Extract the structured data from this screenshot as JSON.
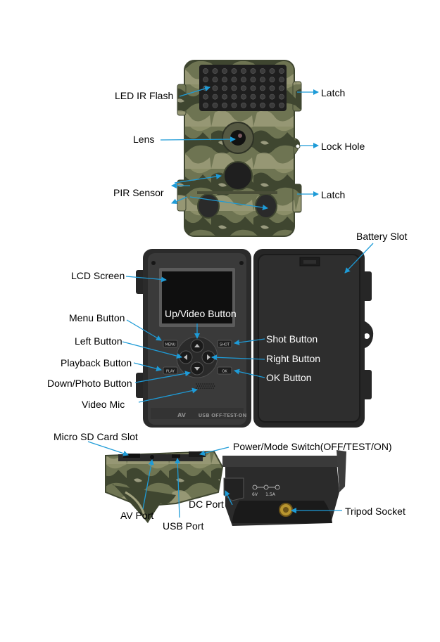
{
  "colors": {
    "arrow": "#1E9BD7",
    "camo_base": "#6E7452",
    "camo_dark": "#3F4630",
    "camo_light": "#A2A27E",
    "body_black": "#262626"
  },
  "camera_front": {
    "labels": {
      "led_ir_flash": "LED IR Flash",
      "lens": "Lens",
      "pir_sensor": "PIR Sensor",
      "latch_top": "Latch",
      "lock_hole": "Lock Hole",
      "latch_bottom": "Latch"
    }
  },
  "camera_open": {
    "labels": {
      "battery_slot": "Battery Slot",
      "lcd_screen": "LCD Screen",
      "menu_button": "Menu Button",
      "up_video_button": "Up/Video Button",
      "left_button": "Left Button",
      "playback_button": "Playback Button",
      "down_photo_button": "Down/Photo Button",
      "video_mic": "Video Mic",
      "shot_button": "Shot Button",
      "right_button": "Right Button",
      "ok_button": "OK Button"
    },
    "button_text": {
      "menu": "MENU",
      "play": "PLAY",
      "shot": "SHOT",
      "ok": "OK"
    },
    "bottom_strip": {
      "av": "AV",
      "switch": "USB OFF-TEST-ON"
    }
  },
  "camera_bottom": {
    "labels": {
      "micro_sd_card_slot": "Micro SD Card Slot",
      "power_mode_switch": "Power/Mode Switch(OFF/TEST/ON)",
      "dc_port": "DC Port",
      "av_port": "AV Port",
      "usb_port": "USB Port",
      "tripod_socket": "Tripod Socket"
    },
    "dc_spec": {
      "voltage": "6V",
      "current": "1.5A"
    }
  }
}
